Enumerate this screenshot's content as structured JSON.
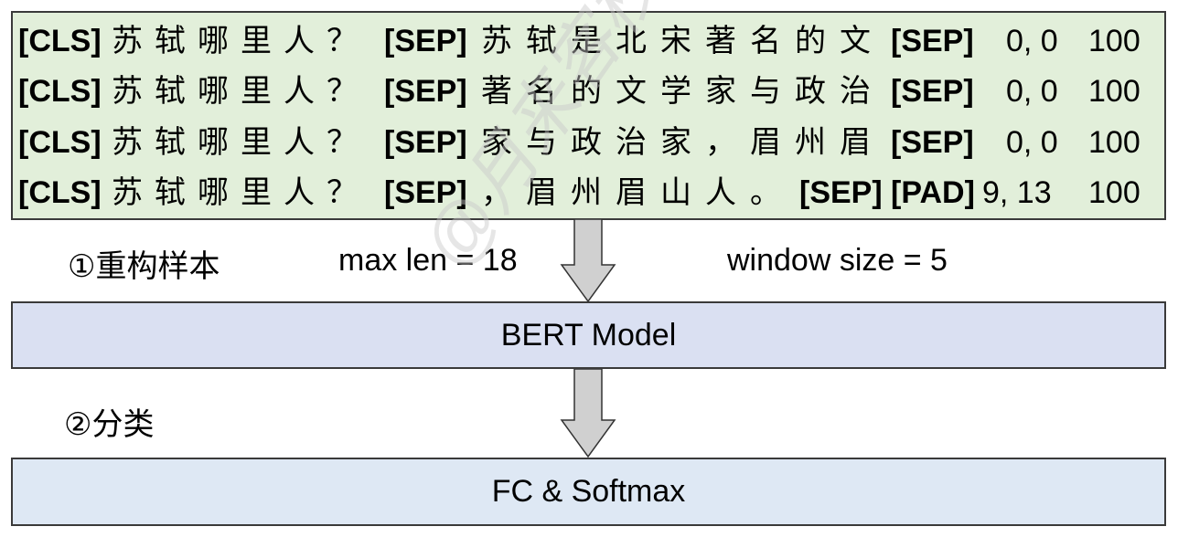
{
  "samples": [
    {
      "cls": "[CLS]",
      "question": "苏轼哪里人？",
      "sep1": "[SEP]",
      "passage": "苏轼是北宋著名的文",
      "sep2": "[SEP]",
      "pad": "",
      "positions": "0, 0",
      "label": "100"
    },
    {
      "cls": "[CLS]",
      "question": "苏轼哪里人？",
      "sep1": "[SEP]",
      "passage": "著名的文学家与政治",
      "sep2": "[SEP]",
      "pad": "",
      "positions": "0, 0",
      "label": "100"
    },
    {
      "cls": "[CLS]",
      "question": "苏轼哪里人？",
      "sep1": "[SEP]",
      "passage": "家与政治家，眉州眉",
      "sep2": "[SEP]",
      "pad": "",
      "positions": "0, 0",
      "label": "100"
    },
    {
      "cls": "[CLS]",
      "question": "苏轼哪里人？",
      "sep1": "[SEP]",
      "passage": "，眉州眉山人。",
      "sep2": "[SEP]",
      "pad": "[PAD]",
      "positions": "9, 13",
      "label": "100"
    }
  ],
  "step1_label": "①重构样本",
  "max_len_label": "max len = 18",
  "window_size_label": "window size = 5",
  "bert_label": "BERT Model",
  "step2_label": "②分类",
  "fc_label": "FC & Softmax",
  "watermark": "@月来客栈",
  "colors": {
    "samples_bg": "#e2efda",
    "bert_bg": "#dae0f2",
    "fc_bg": "#dee8f4",
    "arrow": "#d0d0d0"
  }
}
